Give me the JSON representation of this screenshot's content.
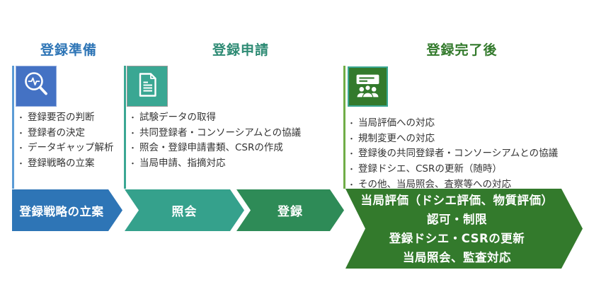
{
  "bullet_char": "・",
  "colors": {
    "prep_title": "#2E75B6",
    "app_title": "#2E8B74",
    "post_title": "#337A2C",
    "prep_accent_line": "#5B9BD5",
    "app_accent_line": "#3AA793",
    "post_accent_line": "#70AD47",
    "prep_icon_bg": "#4472C4",
    "app_icon_bg": "#3AA793",
    "post_icon_bg": "#337A2C",
    "arrow_blue": "#2E75B6",
    "arrow_teal": "#35A18C",
    "arrow_green": "#2E8B57",
    "arrow_dark_green": "#337A2C",
    "bullet_text": "#333333",
    "arrow_text": "#ffffff"
  },
  "sections": [
    {
      "title": "登録準備",
      "icon": "magnifier-pulse-icon",
      "bullets": [
        "登録要否の判断",
        "登録者の決定",
        "データギャップ解析",
        "登録戦略の立案"
      ]
    },
    {
      "title": "登録申請",
      "icon": "document-icon",
      "bullets": [
        "試験データの取得",
        "共同登録者・コンソーシアムとの協議",
        "照会・登録申請書類、CSRの作成",
        "当局申請、指摘対応"
      ]
    },
    {
      "title": "登録完了後",
      "icon": "presentation-audience-icon",
      "bullets": [
        "当局評価への対応",
        "規制変更への対応",
        "登録後の共同登録者・コンソーシアムとの協議",
        "登録ドシエ、CSRの更新（随時）",
        "その他、当局照会、査察等への対応"
      ]
    }
  ],
  "arrows": [
    {
      "label": "登録戦略の立案",
      "color": "#2E75B6"
    },
    {
      "label": "照会",
      "color": "#35A18C"
    },
    {
      "label": "登録",
      "color": "#2E8B57"
    },
    {
      "color": "#337A2C",
      "lines": [
        "当局評価（ドシエ評価、物質評価）",
        "認可・制限",
        "登録ドシエ・CSRの更新",
        "当局照会、監査対応"
      ]
    }
  ]
}
